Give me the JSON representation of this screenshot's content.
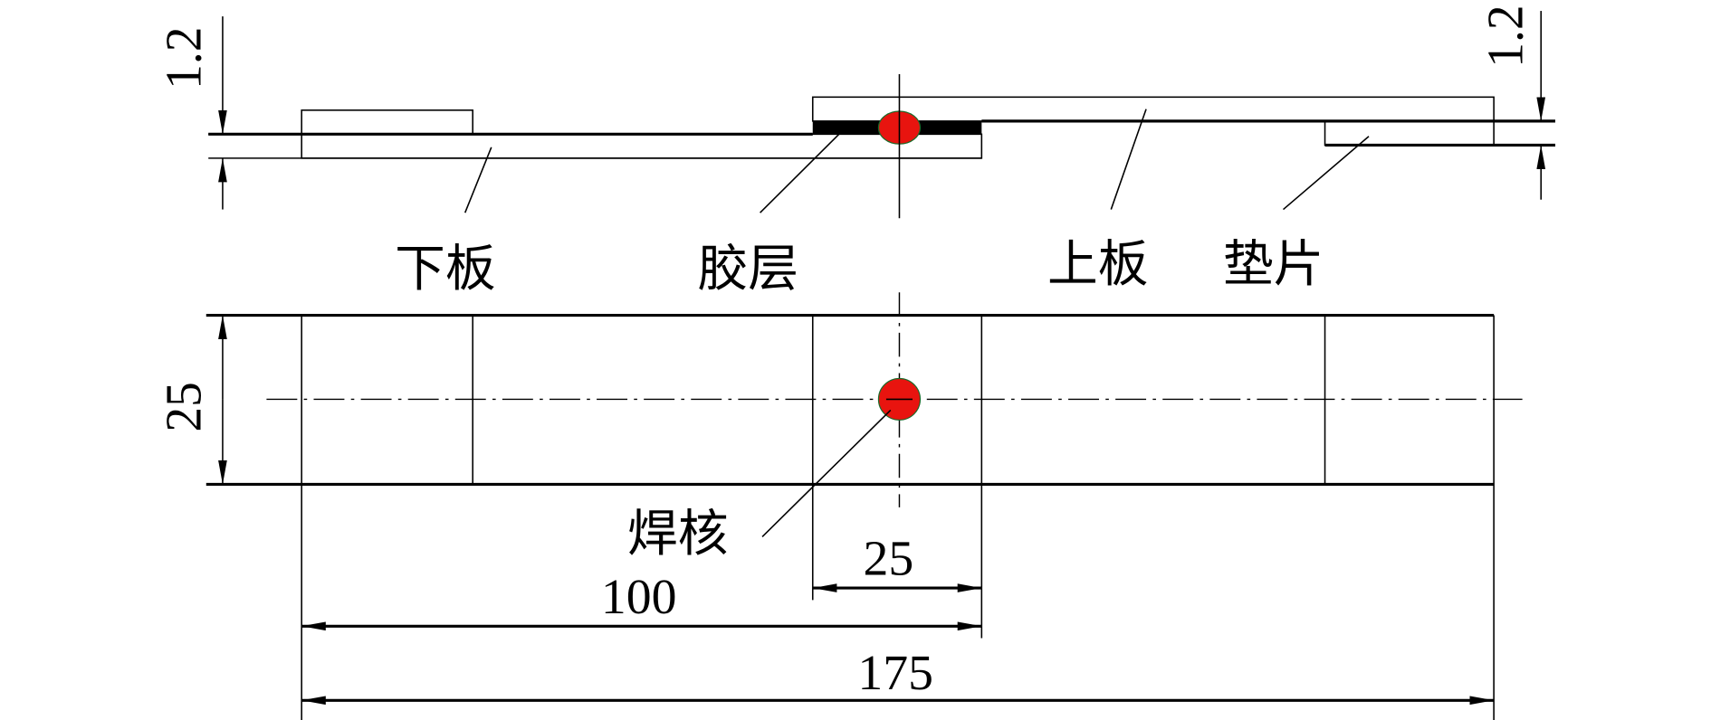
{
  "labels": {
    "lower_plate": "下板",
    "adhesive_layer": "胶层",
    "upper_plate": "上板",
    "shim": "垫片",
    "weld_nugget": "焊核"
  },
  "dimensions": {
    "thickness_left": "1.2",
    "thickness_right": "1.2",
    "width": "25",
    "overlap": "25",
    "lower_length": "100",
    "total_length": "175"
  },
  "colors": {
    "nugget": "#e8140f",
    "adhesive": "#000000"
  }
}
